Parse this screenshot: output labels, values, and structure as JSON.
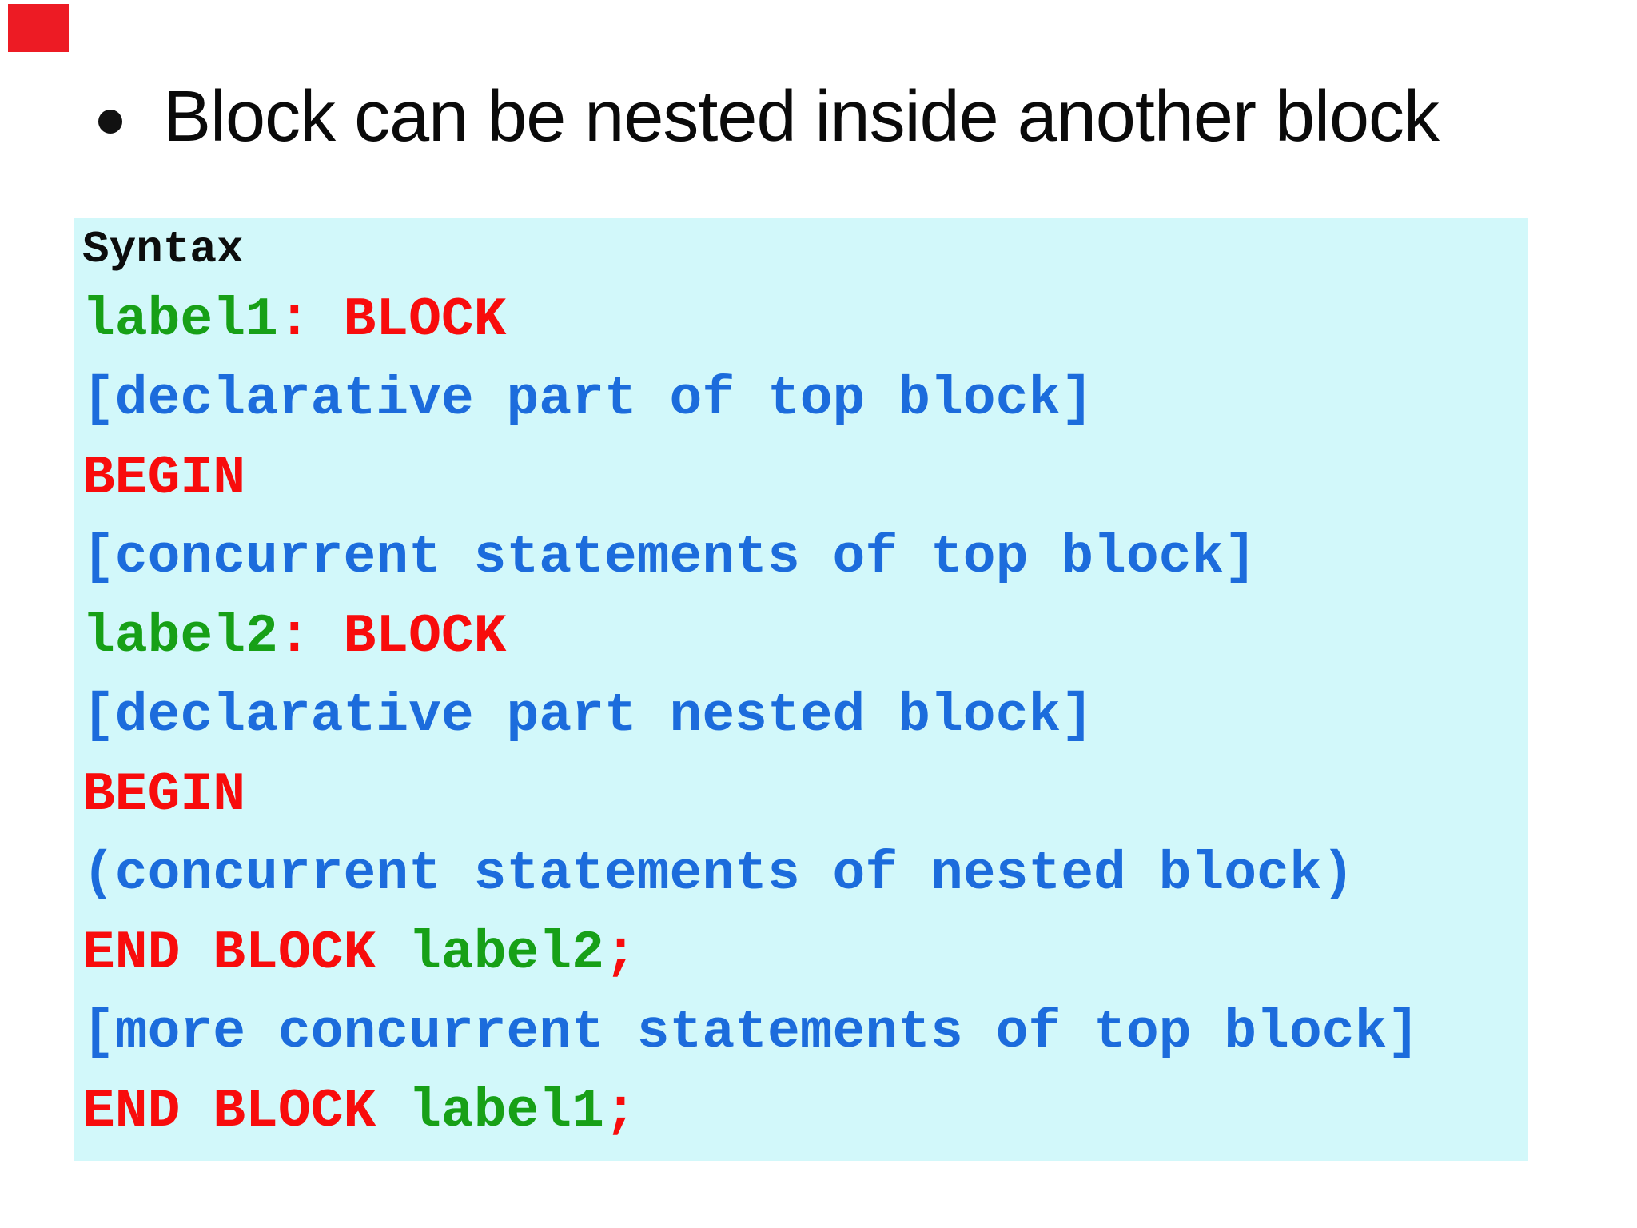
{
  "slide_title": {
    "bullet": "•",
    "text": "Block can be nested inside another block"
  },
  "code_panel": {
    "heading": "Syntax",
    "lines": [
      {
        "segments": [
          {
            "text": "label1",
            "color": "green"
          },
          {
            "text": ": BLOCK",
            "color": "red"
          }
        ]
      },
      {
        "segments": [
          {
            "text": "[declarative part of top block]",
            "color": "blue"
          }
        ]
      },
      {
        "segments": [
          {
            "text": "BEGIN",
            "color": "red"
          }
        ]
      },
      {
        "segments": [
          {
            "text": "[concurrent statements of top block]",
            "color": "blue"
          }
        ]
      },
      {
        "segments": [
          {
            "text": "label2",
            "color": "green"
          },
          {
            "text": ": BLOCK",
            "color": "red"
          }
        ]
      },
      {
        "segments": [
          {
            "text": "[declarative part nested block]",
            "color": "blue"
          }
        ]
      },
      {
        "segments": [
          {
            "text": "BEGIN",
            "color": "red"
          }
        ]
      },
      {
        "segments": [
          {
            "text": "(concurrent statements of nested block)",
            "color": "blue"
          }
        ]
      },
      {
        "segments": [
          {
            "text": "END BLOCK ",
            "color": "red"
          },
          {
            "text": "label2",
            "color": "green"
          },
          {
            "text": ";",
            "color": "red"
          }
        ]
      },
      {
        "segments": [
          {
            "text": "[more concurrent statements of top block]",
            "color": "blue"
          }
        ]
      },
      {
        "segments": [
          {
            "text": "END BLOCK ",
            "color": "red"
          },
          {
            "text": "label1",
            "color": "green"
          },
          {
            "text": ";",
            "color": "red"
          }
        ]
      }
    ]
  },
  "colors": {
    "panel_bg": "#d2f8fa",
    "heading_black": "#0d0d0d",
    "title_black": "#0a0a0a",
    "green": "#17a017",
    "red": "#f80c0c",
    "blue": "#1c6cdc",
    "marker_red": "#ed1b24"
  }
}
